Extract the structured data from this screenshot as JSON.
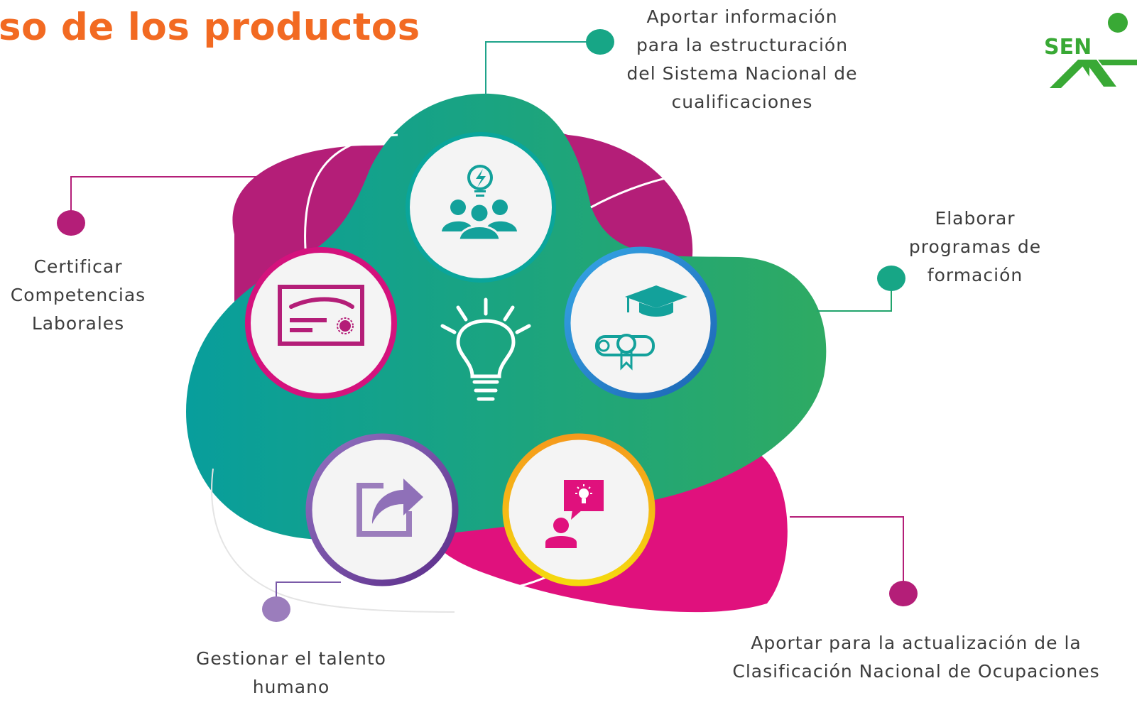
{
  "title": "so de los productos",
  "labels": {
    "top": "Aportar información para la estructuración del Sistema Nacional de cualificaciones",
    "right": "Elaborar programas de formación",
    "left": "Certificar Competencias Laborales",
    "bottom_left": "Gestionar el talento humano",
    "bottom_right": "Aportar para la actualización de la Clasificación Nacional de Ocupaciones"
  },
  "logo_text": "SEN",
  "colors": {
    "title": "#f26a22",
    "magenta": "#b41e78",
    "pink": "#e0117d",
    "teal": "#0ba29a",
    "green": "#2aa866",
    "blue": "#2f8fd6",
    "purple": "#6a3f96",
    "lavender": "#9b7dbc",
    "yellow": "#f4c418",
    "sena_green": "#39a935"
  },
  "icons": [
    "idea-team-icon",
    "graduation-diploma-icon",
    "certificate-icon",
    "share-icon",
    "speaker-idea-icon",
    "lightbulb-icon"
  ]
}
